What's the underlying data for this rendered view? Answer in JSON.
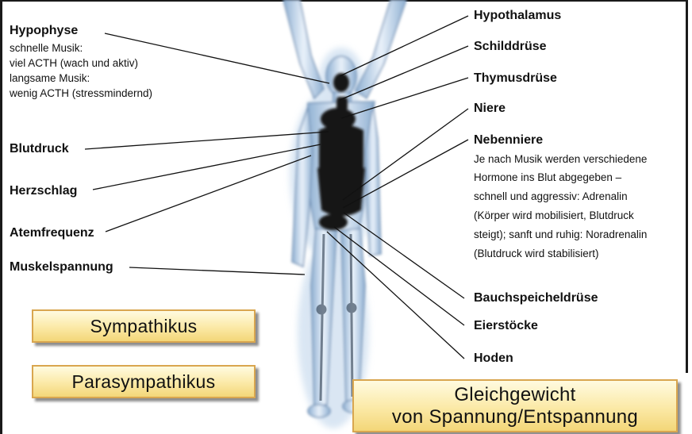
{
  "labels_left": {
    "hypophyse": {
      "title": "Hypophyse",
      "lines": [
        "schnelle Musik:",
        "viel ACTH (wach und aktiv)",
        "langsame Musik:",
        "wenig ACTH (stressmindernd)"
      ]
    },
    "blutdruck": "Blutdruck",
    "herzschlag": "Herzschlag",
    "atemfrequenz": "Atemfrequenz",
    "muskelspannung": "Muskelspannung"
  },
  "labels_right": {
    "hypothalamus": "Hypothalamus",
    "schilddruese": "Schilddrüse",
    "thymusdruese": "Thymusdrüse",
    "niere": "Niere",
    "nebenniere": {
      "title": "Nebenniere",
      "lines": [
        "Je nach Musik werden verschiedene",
        "Hormone ins Blut abgegeben –",
        "schnell und aggressiv: Adrenalin",
        "(Körper wird mobilisiert, Blutdruck",
        "steigt); sanft und ruhig: Noradrenalin",
        "(Blutdruck wird stabilisiert)"
      ]
    },
    "bauchspeicheldruese": "Bauchspeicheldrüse",
    "eierstoecke": "Eierstöcke",
    "hoden": "Hoden"
  },
  "boxes": {
    "sympathikus": "Sympathikus",
    "parasympathikus": "Parasympathikus",
    "gleichgewicht": [
      "Gleichgewicht",
      "von Spannung/Entspannung"
    ]
  },
  "colors": {
    "box_border": "#d9a64f",
    "box_fill": "#fbe9a6",
    "figure_glow": "#bcd3ea",
    "organs": "#141414"
  }
}
